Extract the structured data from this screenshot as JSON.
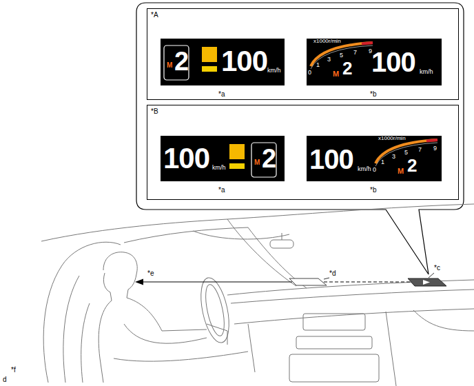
{
  "diagram": {
    "nodes": [
      {
        "text": [
          "*A"
        ]
      },
      {
        "text": [
          "M",
          "2",
          "100",
          "km/h",
          "*a"
        ],
        "in": 0
      },
      {
        "text": [
          "x1000r/min",
          "0",
          "1",
          "3",
          "5",
          "7",
          "9",
          "M",
          "2",
          "100",
          "km/h",
          "*b"
        ],
        "in": 0
      },
      {
        "text": [
          "*B"
        ]
      },
      {
        "text": [
          "100",
          "km/h",
          "M",
          "2",
          "*a"
        ],
        "in": 3
      },
      {
        "text": [
          "100",
          "km/h",
          "x1000r/min",
          "0",
          "1",
          "3",
          "5",
          "7",
          "9",
          "M",
          "2",
          "*b"
        ],
        "in": 3
      }
    ],
    "labels": [
      "*e",
      "*d",
      "*c",
      "*f",
      "d"
    ]
  }
}
